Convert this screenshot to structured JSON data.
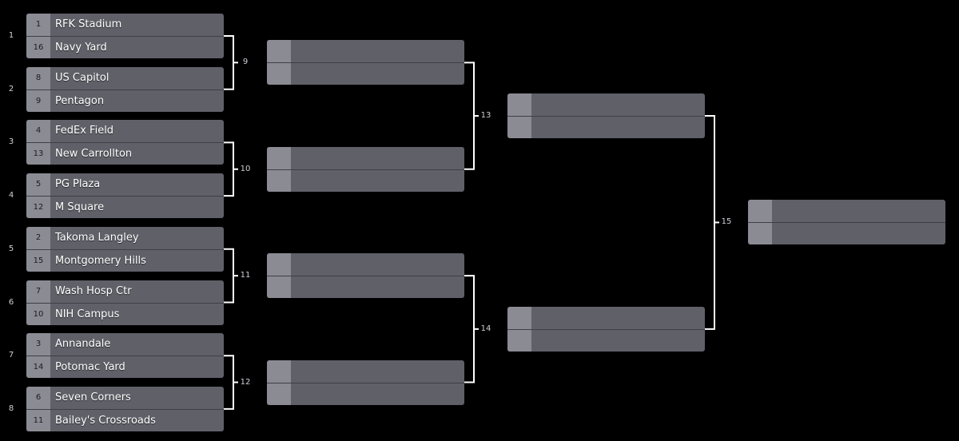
{
  "rounds": [
    {
      "matches": [
        {
          "number": "1",
          "teams": [
            {
              "seed": "1",
              "name": "RFK Stadium"
            },
            {
              "seed": "16",
              "name": "Navy Yard"
            }
          ]
        },
        {
          "number": "2",
          "teams": [
            {
              "seed": "8",
              "name": "US Capitol"
            },
            {
              "seed": "9",
              "name": "Pentagon"
            }
          ]
        },
        {
          "number": "3",
          "teams": [
            {
              "seed": "4",
              "name": "FedEx Field"
            },
            {
              "seed": "13",
              "name": "New Carrollton"
            }
          ]
        },
        {
          "number": "4",
          "teams": [
            {
              "seed": "5",
              "name": "PG Plaza"
            },
            {
              "seed": "12",
              "name": "M Square"
            }
          ]
        },
        {
          "number": "5",
          "teams": [
            {
              "seed": "2",
              "name": "Takoma Langley"
            },
            {
              "seed": "15",
              "name": "Montgomery Hills"
            }
          ]
        },
        {
          "number": "6",
          "teams": [
            {
              "seed": "7",
              "name": "Wash Hosp Ctr"
            },
            {
              "seed": "10",
              "name": "NIH Campus"
            }
          ]
        },
        {
          "number": "7",
          "teams": [
            {
              "seed": "3",
              "name": "Annandale"
            },
            {
              "seed": "14",
              "name": "Potomac Yard"
            }
          ]
        },
        {
          "number": "8",
          "teams": [
            {
              "seed": "6",
              "name": "Seven Corners"
            },
            {
              "seed": "11",
              "name": "Bailey's Crossroads"
            }
          ]
        }
      ]
    },
    {
      "matches": [
        {
          "number": "9",
          "teams": [
            {
              "seed": "",
              "name": ""
            },
            {
              "seed": "",
              "name": ""
            }
          ]
        },
        {
          "number": "10",
          "teams": [
            {
              "seed": "",
              "name": ""
            },
            {
              "seed": "",
              "name": ""
            }
          ]
        },
        {
          "number": "11",
          "teams": [
            {
              "seed": "",
              "name": ""
            },
            {
              "seed": "",
              "name": ""
            }
          ]
        },
        {
          "number": "12",
          "teams": [
            {
              "seed": "",
              "name": ""
            },
            {
              "seed": "",
              "name": ""
            }
          ]
        }
      ]
    },
    {
      "matches": [
        {
          "number": "13",
          "teams": [
            {
              "seed": "",
              "name": ""
            },
            {
              "seed": "",
              "name": ""
            }
          ]
        },
        {
          "number": "14",
          "teams": [
            {
              "seed": "",
              "name": ""
            },
            {
              "seed": "",
              "name": ""
            }
          ]
        }
      ]
    },
    {
      "matches": [
        {
          "number": "15",
          "teams": [
            {
              "seed": "",
              "name": ""
            },
            {
              "seed": "",
              "name": ""
            }
          ]
        }
      ]
    }
  ],
  "colors": {
    "background": "#000000",
    "match_box": "#5f6068",
    "seed_box": "#8b8c93",
    "connector": "#ffffff",
    "text": "#ffffff"
  }
}
